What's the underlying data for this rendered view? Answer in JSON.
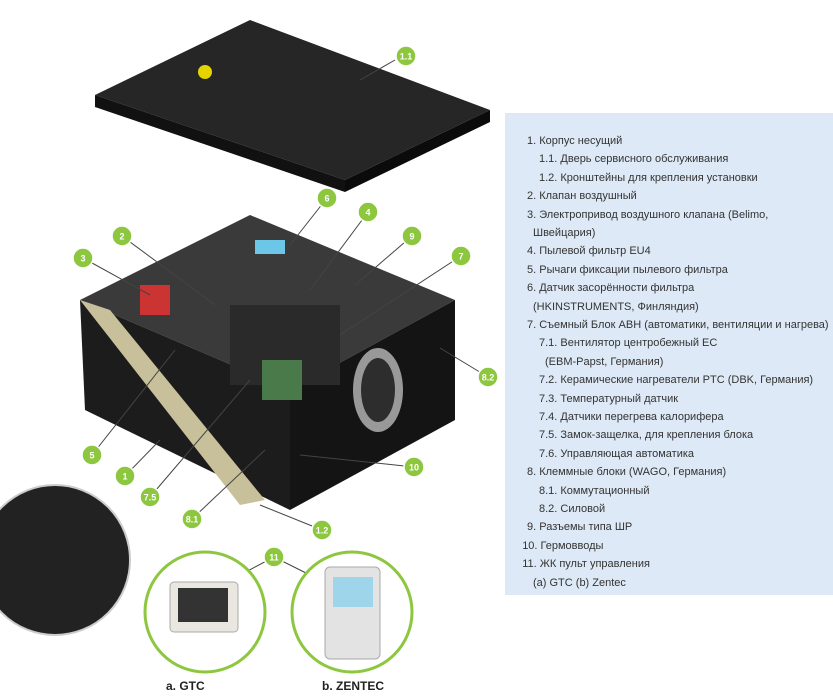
{
  "callouts": [
    "1.1",
    "6",
    "4",
    "9",
    "2",
    "7",
    "3",
    "8.2",
    "5",
    "1",
    "10",
    "7.5",
    "8.1",
    "1.2",
    "11"
  ],
  "legend": [
    {
      "indent": 0,
      "text": "1. Корпус несущий"
    },
    {
      "indent": 1,
      "text": "1.1. Дверь сервисного обслуживания"
    },
    {
      "indent": 1,
      "text": "1.2. Кронштейны для крепления установки"
    },
    {
      "indent": 0,
      "text": "2. Клапан воздушный"
    },
    {
      "indent": 0,
      "text": "3. Электропривод воздушного клапана (Belimo,"
    },
    {
      "indent": 0.5,
      "text": "Швейцария)"
    },
    {
      "indent": 0,
      "text": "4. Пылевой фильтр EU4"
    },
    {
      "indent": 0,
      "text": "5. Рычаги фиксации пылевого фильтра"
    },
    {
      "indent": 0,
      "text": "6. Датчик засорённости фильтра"
    },
    {
      "indent": 0.5,
      "text": "(HKINSTRUMENTS, Финляндия)"
    },
    {
      "indent": 0,
      "text": "7. Съемный Блок АВН (автоматики, вентиляции и нагрева)"
    },
    {
      "indent": 1,
      "text": "7.1. Вентилятор центробежный EC"
    },
    {
      "indent": 1.5,
      "text": "(EBM-Papst, Германия)"
    },
    {
      "indent": 1,
      "text": "7.2. Керамические нагреватели PTC (DBK, Германия)"
    },
    {
      "indent": 1,
      "text": "7.3. Температурный датчик"
    },
    {
      "indent": 1,
      "text": "7.4. Датчики перегрева калорифера"
    },
    {
      "indent": 1,
      "text": "7.5. Замок-защелка, для крепления блока"
    },
    {
      "indent": 1,
      "text": "7.6. Управляющая автоматика"
    },
    {
      "indent": 0,
      "text": "8. Клеммные блоки (WAGO, Германия)"
    },
    {
      "indent": 1,
      "text": "8.1. Коммутационный"
    },
    {
      "indent": 1,
      "text": "8.2. Силовой"
    },
    {
      "indent": 0,
      "text": "9. Разъемы типа ШР"
    },
    {
      "indent": -0.4,
      "text": "10. Гермовводы"
    },
    {
      "indent": -0.4,
      "text": "11. ЖК пульт управления"
    },
    {
      "indent": 0.5,
      "text": "(a) GTC (b) Zentec"
    }
  ],
  "captions": {
    "gtc": "a. GTC",
    "zentec": "b. ZENTEC"
  },
  "colors": {
    "callout": "#8dc63f",
    "panel": "#dde9f6",
    "body": "#1e1e1e"
  }
}
